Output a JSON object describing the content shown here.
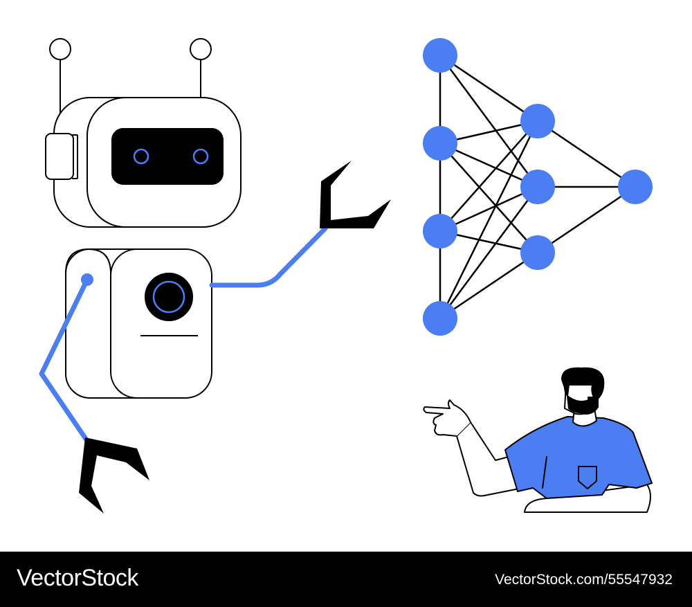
{
  "colors": {
    "accent": "#4a7ef2",
    "ink": "#000000",
    "paper": "#ffffff",
    "footer_bg": "#000000",
    "footer_text": "#ffffff"
  },
  "illustration": {
    "robot": {
      "icon": "robot-icon"
    },
    "neural_network": {
      "icon": "neural-network-icon",
      "layers": [
        4,
        3,
        1
      ]
    },
    "person": {
      "icon": "person-pointing-icon"
    }
  },
  "footer": {
    "logo_text": "VectorStock",
    "stock_id": "VectorStock.com/55547932"
  }
}
